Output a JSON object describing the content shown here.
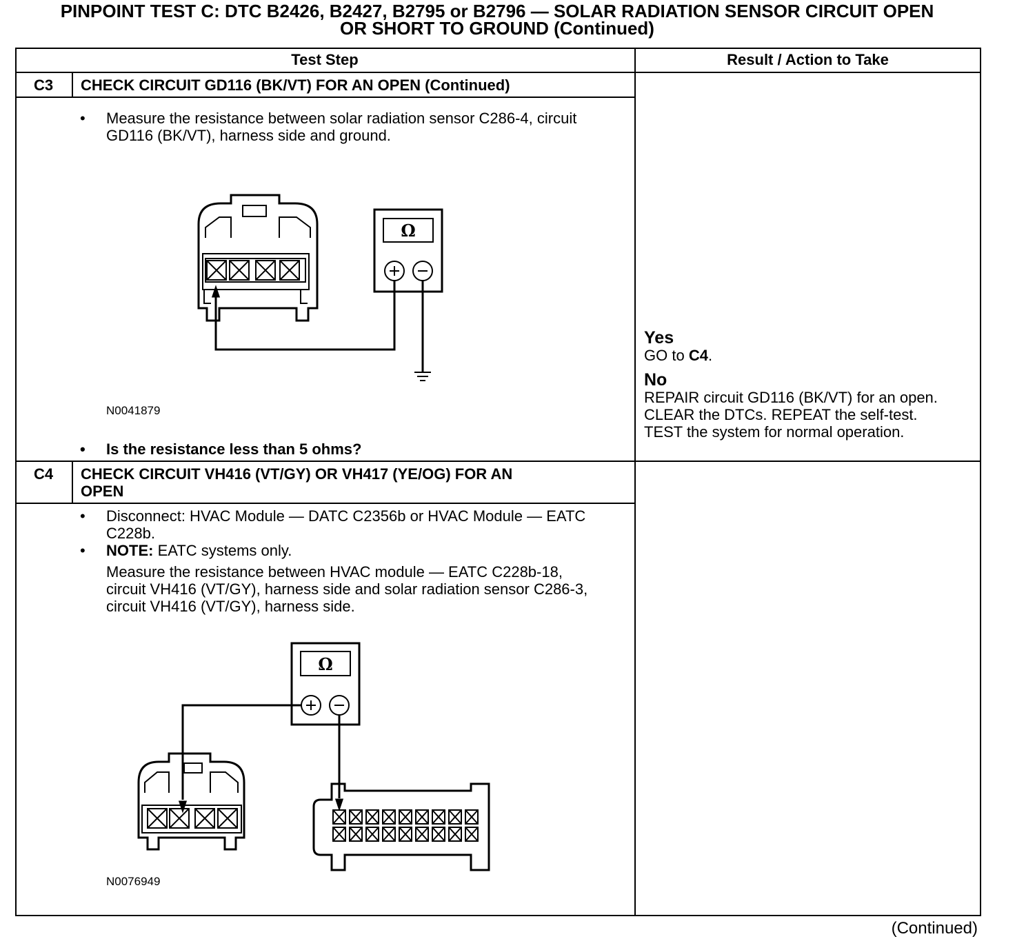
{
  "title": {
    "line1": "PINPOINT TEST  C: DTC B2426, B2427, B2795 or B2796 — SOLAR RADIATION SENSOR CIRCUIT OPEN",
    "line2": "OR SHORT TO GROUND (Continued)"
  },
  "table": {
    "col_test_step": "Test Step",
    "col_result": "Result / Action to Take"
  },
  "steps": [
    {
      "id": "C3",
      "heading": "CHECK CIRCUIT GD116 (BK/VT) FOR AN OPEN (Continued)",
      "bullet1": "Measure the resistance between solar radiation sensor C286-4, circuit GD116 (BK/VT), harness side and ground.",
      "figure_id": "N0041879",
      "question": "Is the resistance less than 5 ohms?",
      "meter_symbol": "Ω",
      "result": {
        "yes_label": "Yes",
        "yes_text": "GO to",
        "yes_target": "C4",
        "yes_end": ".",
        "no_label": "No",
        "no_text": "REPAIR circuit GD116 (BK/VT) for an open. CLEAR the DTCs. REPEAT the self-test. TEST the system for normal operation."
      }
    },
    {
      "id": "C4",
      "heading_line1": "CHECK CIRCUIT VH416 (VT/GY) OR VH417 (YE/OG) FOR AN",
      "heading_line2": "OPEN",
      "bullet1": "Disconnect: HVAC Module — DATC C2356b or HVAC Module — EATC C228b.",
      "note_label": "NOTE:",
      "note_text": "EATC systems only.",
      "measure_text": "Measure the resistance between HVAC module — EATC C228b-18, circuit VH416 (VT/GY), harness side and solar radiation sensor C286-3, circuit VH416 (VT/GY), harness side.",
      "figure_id": "N0076949",
      "meter_symbol": "Ω"
    }
  ],
  "footer": "(Continued)"
}
